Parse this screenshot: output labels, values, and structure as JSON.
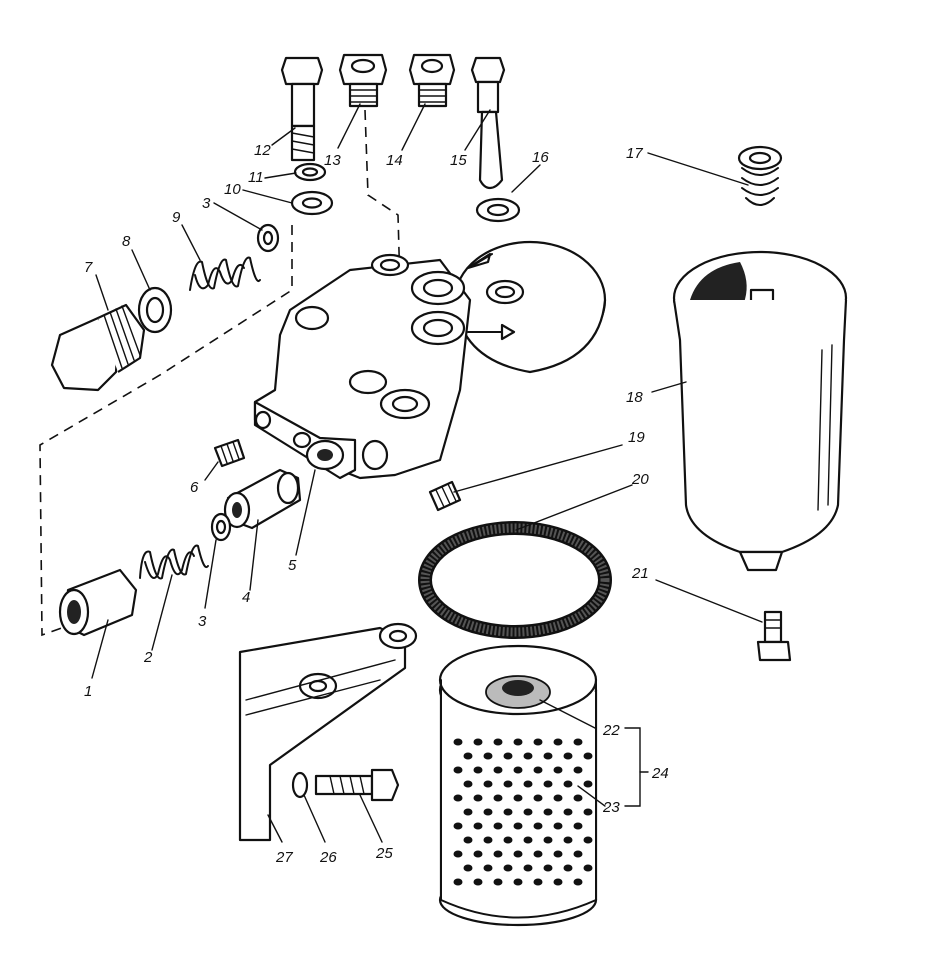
{
  "callouts": [
    {
      "id": "1",
      "text": "1"
    },
    {
      "id": "2",
      "text": "2"
    },
    {
      "id": "3a",
      "text": "3"
    },
    {
      "id": "3b",
      "text": "3"
    },
    {
      "id": "4",
      "text": "4"
    },
    {
      "id": "5",
      "text": "5"
    },
    {
      "id": "6",
      "text": "6"
    },
    {
      "id": "7",
      "text": "7"
    },
    {
      "id": "8",
      "text": "8"
    },
    {
      "id": "9",
      "text": "9"
    },
    {
      "id": "10",
      "text": "10"
    },
    {
      "id": "11",
      "text": "11"
    },
    {
      "id": "12",
      "text": "12"
    },
    {
      "id": "13",
      "text": "13"
    },
    {
      "id": "14",
      "text": "14"
    },
    {
      "id": "15",
      "text": "15"
    },
    {
      "id": "16",
      "text": "16"
    },
    {
      "id": "17",
      "text": "17"
    },
    {
      "id": "18",
      "text": "18"
    },
    {
      "id": "19",
      "text": "19"
    },
    {
      "id": "20",
      "text": "20"
    },
    {
      "id": "21",
      "text": "21"
    },
    {
      "id": "22",
      "text": "22"
    },
    {
      "id": "23",
      "text": "23"
    },
    {
      "id": "24",
      "text": "24"
    },
    {
      "id": "25",
      "text": "25"
    },
    {
      "id": "26",
      "text": "26"
    },
    {
      "id": "27",
      "text": "27"
    }
  ]
}
